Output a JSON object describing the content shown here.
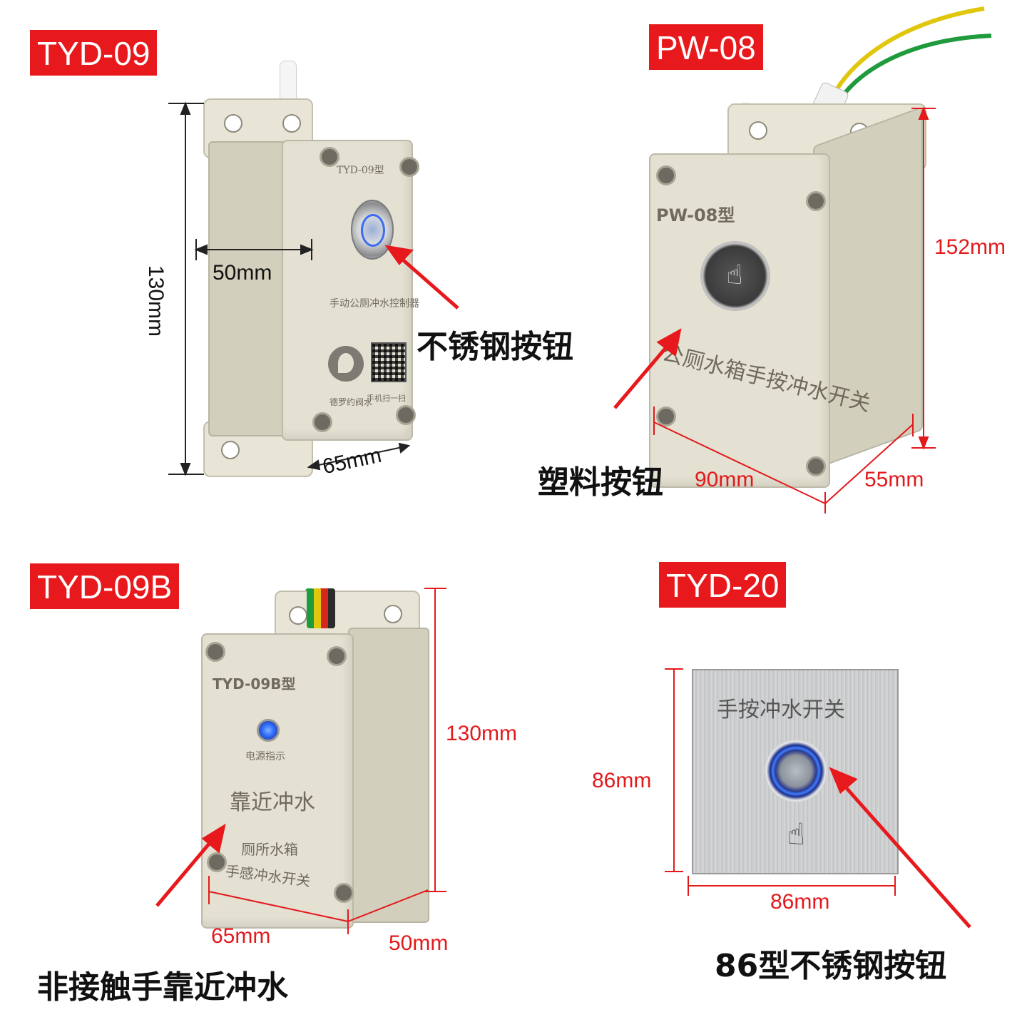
{
  "products": [
    {
      "model": "TYD-09",
      "face_model": "TYD-09型",
      "face_title": "手动公厕冲水控制器",
      "face_brand": "德罗约阀水",
      "face_qr_note": "手机扫一扫",
      "dims": {
        "height": "130mm",
        "width": "50mm",
        "depth": "65mm"
      },
      "caption": "不锈钢按钮"
    },
    {
      "model": "PW-08",
      "face_model": "PW-08型",
      "face_title": "公厕水箱手按冲水开关",
      "dims": {
        "height": "152mm",
        "width": "90mm",
        "depth": "55mm"
      },
      "caption": "塑料按钮"
    },
    {
      "model": "TYD-09B",
      "face_model": "TYD-09B型",
      "face_indicator": "电源指示",
      "face_title": "靠近冲水",
      "face_sub1": "厕所水箱",
      "face_sub2": "手感冲水开关",
      "dims": {
        "height": "130mm",
        "width": "65mm",
        "depth": "50mm"
      },
      "caption": "非接触手靠近冲水"
    },
    {
      "model": "TYD-20",
      "face_title": "手按冲水开关",
      "dims": {
        "height": "86mm",
        "width": "86mm"
      },
      "caption": "86型不锈钢按钮"
    }
  ],
  "colors": {
    "tag_bg": "#e8191c",
    "arrow": "#e8191c",
    "dim_red": "#e3191c",
    "led_blue": "#2f6bff"
  }
}
